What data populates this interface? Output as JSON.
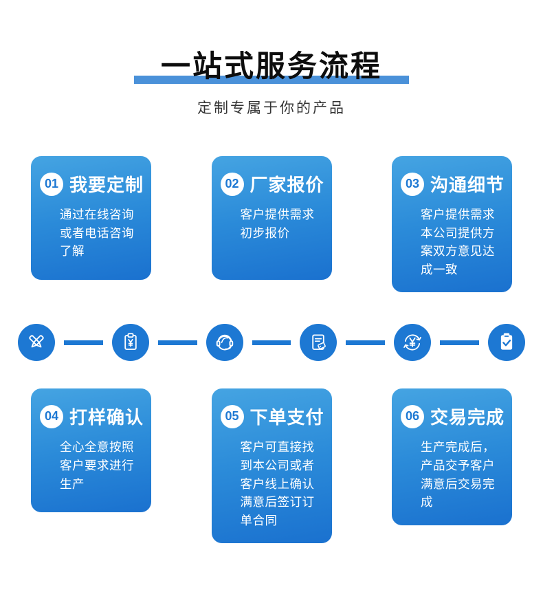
{
  "header": {
    "title": "一站式服务流程",
    "subtitle": "定制专属于你的产品"
  },
  "steps": [
    {
      "number": "01",
      "title": "我要定制",
      "desc": "通过在线咨询或者电话咨询了解"
    },
    {
      "number": "02",
      "title": "厂家报价",
      "desc": "客户提供需求初步报价"
    },
    {
      "number": "03",
      "title": "沟通细节",
      "desc": "客户提供需求本公司提供方案双方意见达成一致"
    },
    {
      "number": "04",
      "title": "打样确认",
      "desc": "全心全意按照客户要求进行生产"
    },
    {
      "number": "05",
      "title": "下单支付",
      "desc": "客户可直接找到本公司或者客户线上确认满意后签订订单合同"
    },
    {
      "number": "06",
      "title": "交易完成",
      "desc": "生产完成后，产品交予客户满意后交易完成"
    }
  ],
  "flow_icons": [
    "design-pens-icon",
    "quote-clipboard-yen-icon",
    "customer-service-headset-icon",
    "document-tag-icon",
    "payment-yen-refresh-icon",
    "deal-done-clipboard-check-icon"
  ],
  "colors": {
    "accent_blue": "#1d78d3",
    "underline_blue": "#4a91d9",
    "card_gradient_top": "#45a4e2",
    "card_gradient_bottom": "#1a71cf",
    "subtitle_color": "#333333"
  }
}
